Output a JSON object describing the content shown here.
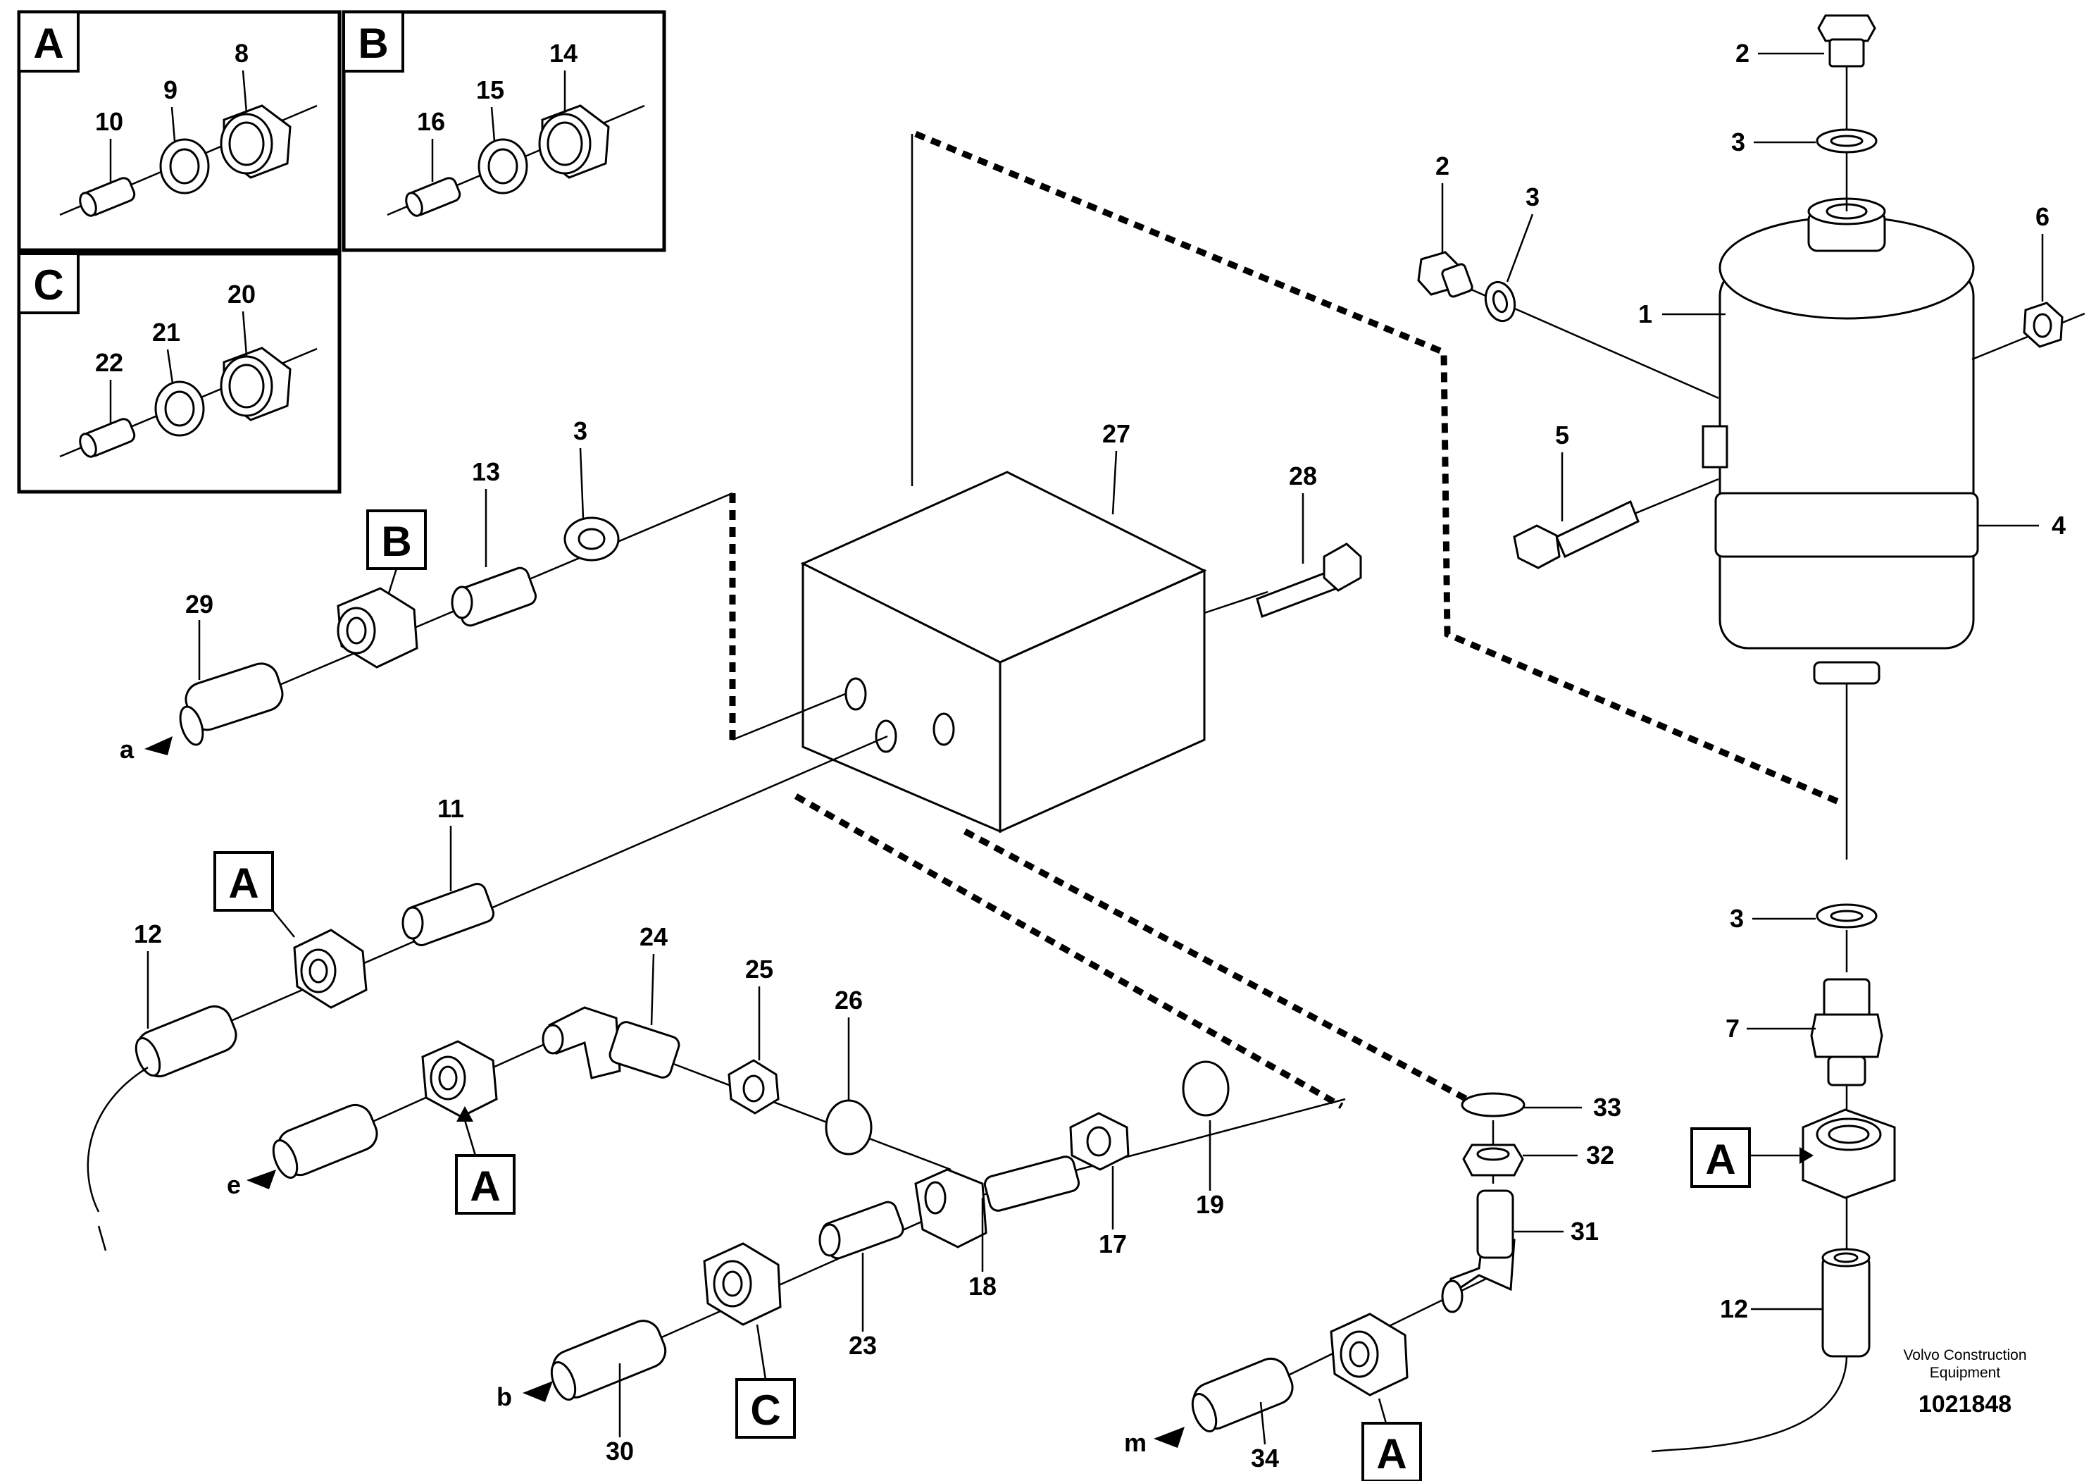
{
  "inset_labels": {
    "a": "A",
    "b": "B",
    "c": "C"
  },
  "inset_a_numbers": [
    "10",
    "9",
    "8"
  ],
  "inset_b_numbers": [
    "16",
    "15",
    "14"
  ],
  "inset_c_numbers": [
    "22",
    "21",
    "20"
  ],
  "callouts": {
    "n1": "1",
    "n2a": "2",
    "n2b": "2",
    "n3a": "3",
    "n3b": "3",
    "n3c": "3",
    "n3d": "3",
    "n4": "4",
    "n5": "5",
    "n6": "6",
    "n7": "7",
    "n11": "11",
    "n12a": "12",
    "n12b": "12",
    "n13": "13",
    "n17": "17",
    "n18": "18",
    "n19": "19",
    "n23": "23",
    "n24": "24",
    "n25": "25",
    "n26": "26",
    "n27": "27",
    "n28": "28",
    "n29": "29",
    "n30": "30",
    "n31": "31",
    "n32": "32",
    "n33": "33",
    "n34": "34"
  },
  "ref_tags": {
    "b_top": "B",
    "a_mid": "A",
    "a_e": "A",
    "c_b": "C",
    "a_m": "A",
    "a_right": "A"
  },
  "connections": {
    "a": "a",
    "e": "e",
    "b": "b",
    "m": "m"
  },
  "credit": {
    "line1": "Volvo Construction",
    "line2": "Equipment"
  },
  "figure_number": "1021848"
}
